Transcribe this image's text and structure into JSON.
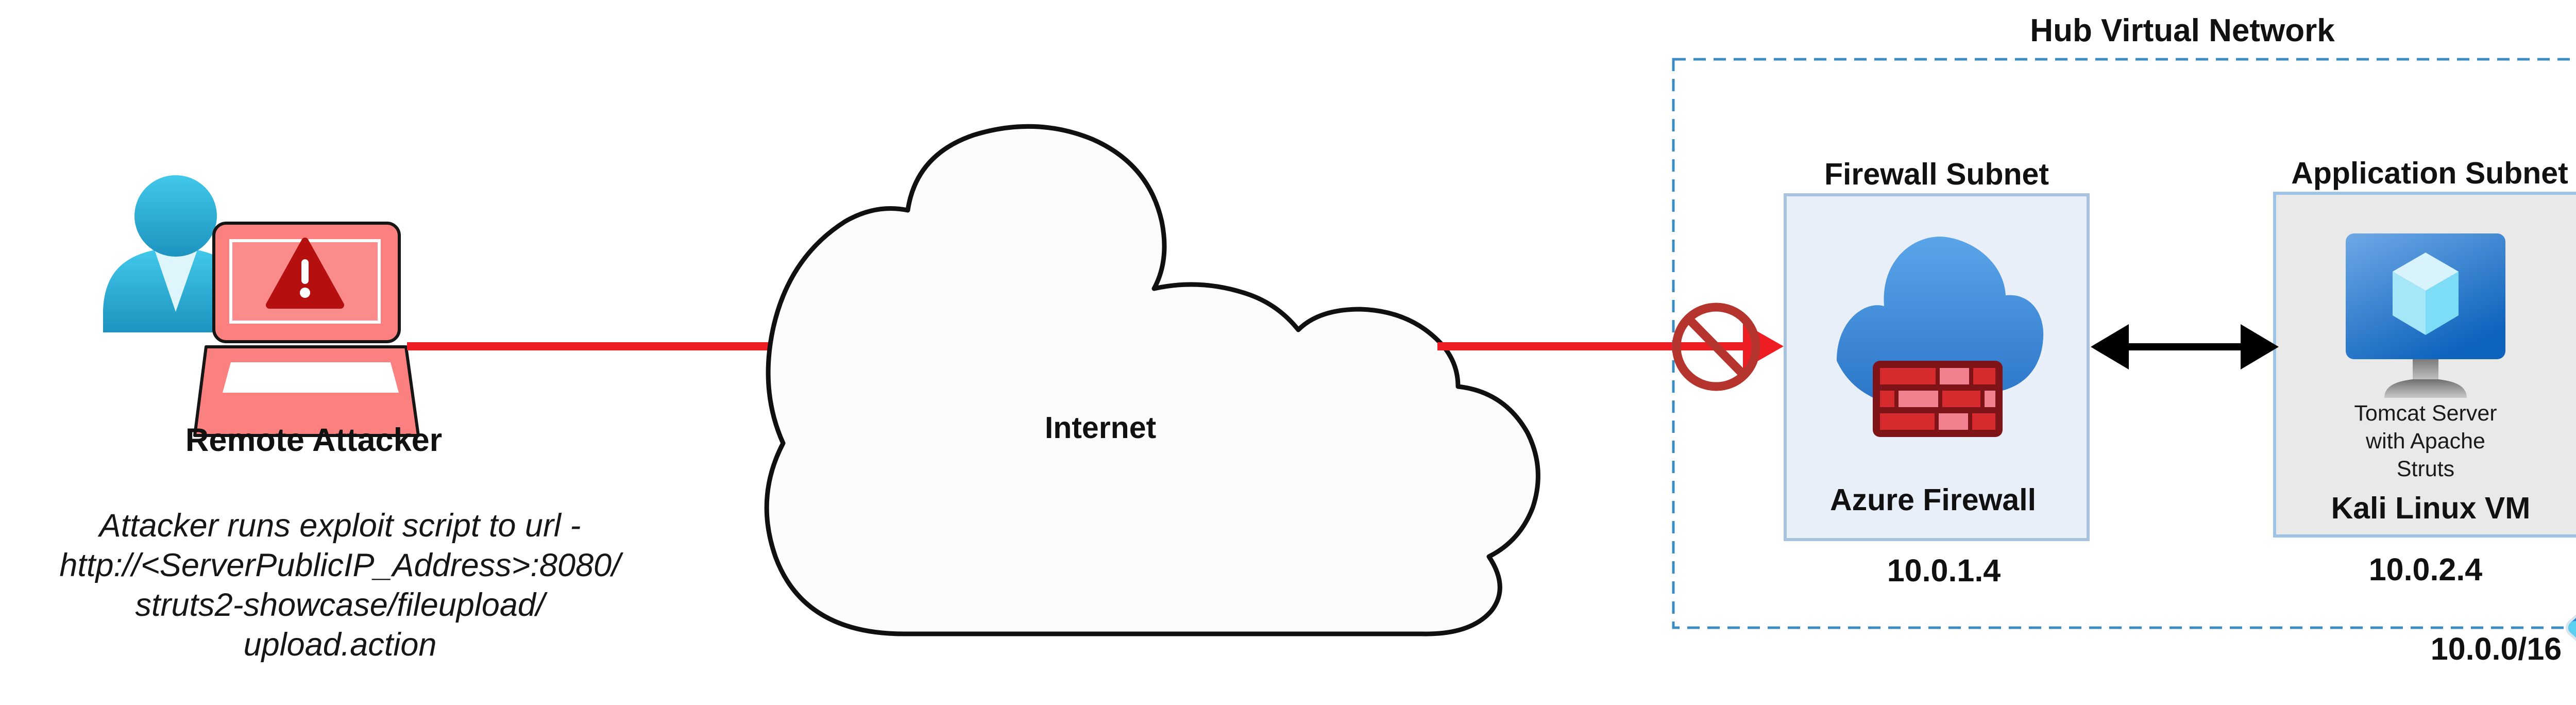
{
  "title": "Hub Virtual Network",
  "attacker": {
    "label": "Remote Attacker",
    "icons": [
      "attacker-person-icon",
      "compromised-laptop-icon",
      "warning-triangle-icon"
    ]
  },
  "annotation": {
    "lines": [
      "Attacker runs exploit script to url -",
      "http://<ServerPublicIP_Address>:8080/",
      "struts2-showcase/fileupload/",
      "upload.action"
    ]
  },
  "internet": {
    "label": "Internet",
    "icon": "internet-cloud"
  },
  "hub_network": {
    "cidr": "10.0.0/16",
    "icon": "virtual-network-icon",
    "firewall_subnet": {
      "heading": "Firewall Subnet",
      "icon": "azure-firewall-icon",
      "icon_label": "Azure Firewall",
      "ip": "10.0.1.4"
    },
    "application_subnet": {
      "heading": "Application Subnet",
      "icon": "virtual-machine-icon",
      "vm_lines": [
        "Tomcat Server",
        "with Apache",
        "Struts"
      ],
      "vm_label": "Kali Linux VM",
      "ip": "10.0.2.4"
    }
  },
  "connections": {
    "attacker_to_internet": "red-arrow",
    "internet_to_firewall": "red-arrow-blocked",
    "blocked_icon": "no-entry-icon",
    "firewall_to_app": "black-double-arrow"
  },
  "colors": {
    "red_arrow": "#ee1c23",
    "prohibition_sign": "#b5352e",
    "hub_border_dash": "#3a8cc3",
    "firewall_box_fill": "#e9eff9",
    "firewall_box_border": "#a9c3de",
    "app_box_fill": "#e9e9e9",
    "app_box_border": "#9dc3e6",
    "azure_blue": "#2a76ca",
    "brick_red": "#d62a2e",
    "person_teal": "#2bb1d8",
    "laptop_red": "#fb8181",
    "vnet_green_dot": "#74b335"
  }
}
